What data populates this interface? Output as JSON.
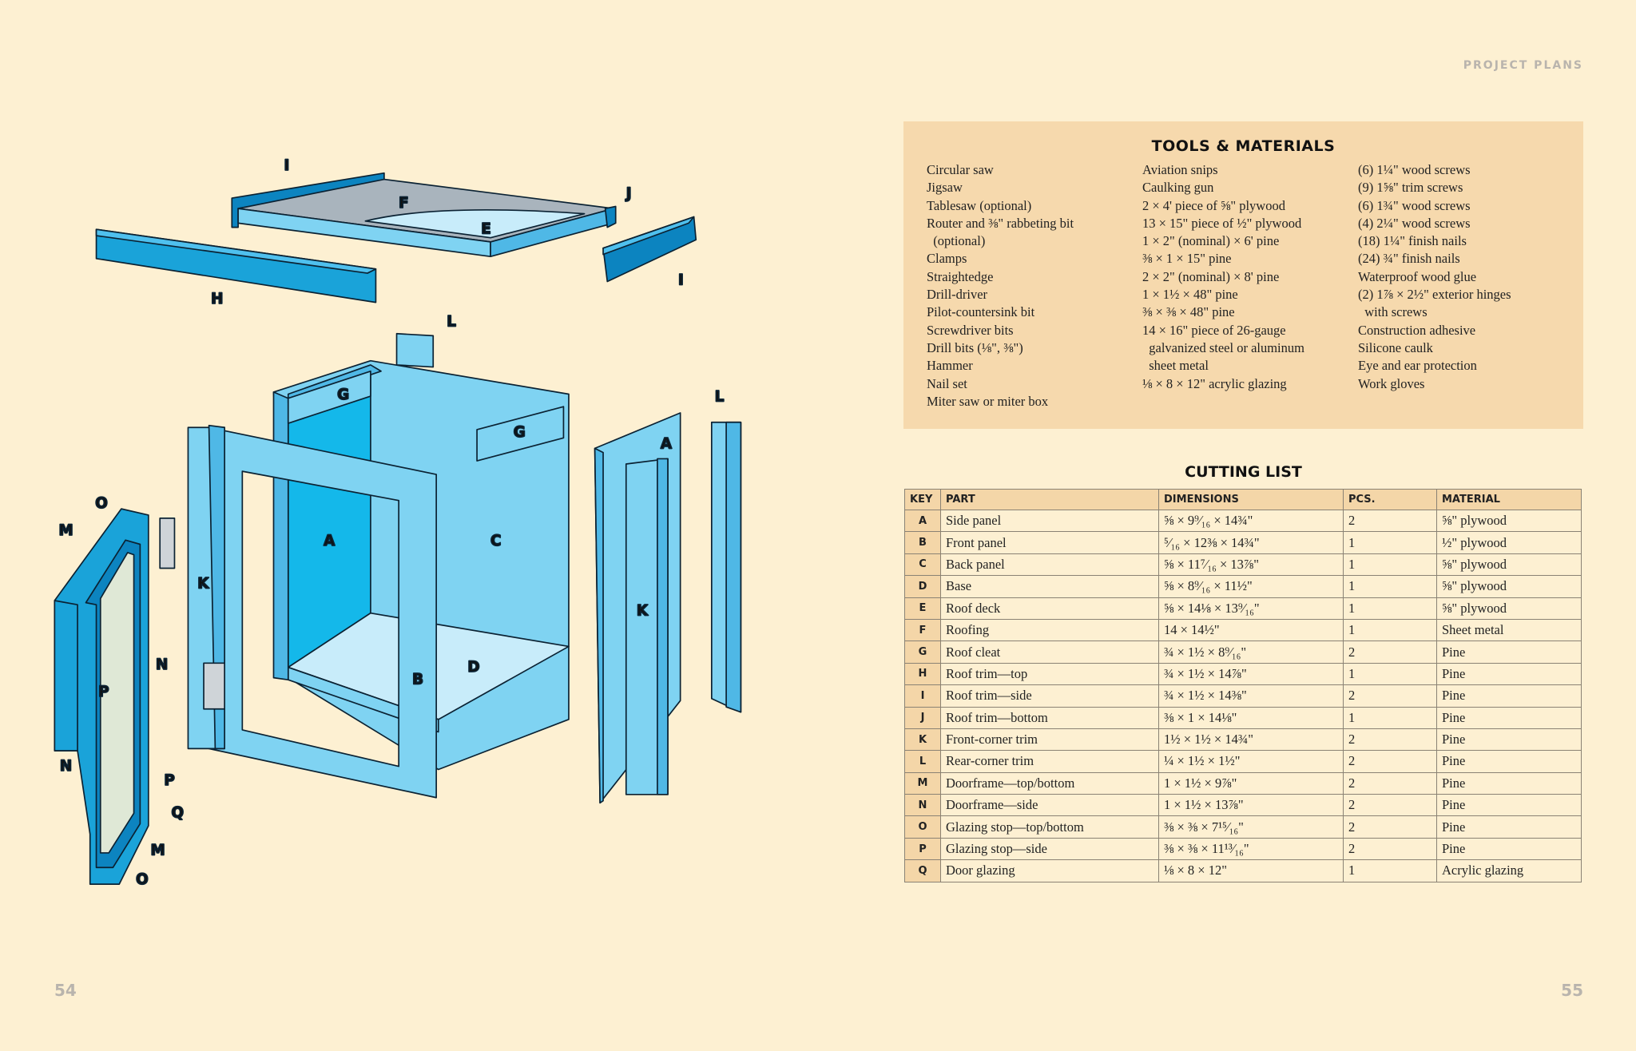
{
  "running_head": "PROJECT PLANS",
  "page_left": "54",
  "page_right": "55",
  "diagram": {
    "labels": [
      "I",
      "F",
      "J",
      "E",
      "H",
      "I",
      "L",
      "G",
      "G",
      "L",
      "A",
      "C",
      "K",
      "A",
      "K",
      "B",
      "D",
      "O",
      "M",
      "N",
      "P",
      "P",
      "Q",
      "M",
      "O",
      "N"
    ]
  },
  "tools": {
    "title": "TOOLS & MATERIALS",
    "col1": [
      "Circular saw",
      "Jigsaw",
      "Tablesaw (optional)",
      "Router and ⅜\" rabbeting bit",
      "  (optional)",
      "Clamps",
      "Straightedge",
      "Drill-driver",
      "Pilot-countersink bit",
      "Screwdriver bits",
      "Drill bits (⅛\", ⅜\")",
      "Hammer",
      "Nail set",
      "Miter saw or miter box"
    ],
    "col2": [
      "Aviation snips",
      "Caulking gun",
      "2 × 4' piece of ⅝\" plywood",
      "13 × 15\" piece of ½\" plywood",
      "1 × 2\" (nominal) × 6' pine",
      "⅜ × 1 × 15\" pine",
      "2 × 2\" (nominal) × 8' pine",
      "1 × 1½ × 48\" pine",
      "⅜ × ⅜ × 48\" pine",
      "14 × 16\" piece of 26-gauge",
      "  galvanized steel or aluminum",
      "  sheet metal",
      "⅛ × 8 × 12\" acrylic glazing"
    ],
    "col3": [
      "(6) 1¼\" wood screws",
      "(9) 1⅝\" trim screws",
      "(6) 1¾\" wood screws",
      "(4) 2¼\" wood screws",
      "(18) 1¼\" finish nails",
      "(24) ¾\" finish nails",
      "Waterproof wood glue",
      "(2) 1⅞ × 2½\" exterior hinges",
      "  with screws",
      "Construction adhesive",
      "Silicone caulk",
      "Eye and ear protection",
      "Work gloves"
    ]
  },
  "cutting_list": {
    "title": "CUTTING LIST",
    "headers": [
      "KEY",
      "PART",
      "DIMENSIONS",
      "PCS.",
      "MATERIAL"
    ],
    "rows": [
      [
        "A",
        "Side panel",
        "⅝ × 9⁹⁄₁₆ × 14¾\"",
        "2",
        "⅝\" plywood"
      ],
      [
        "B",
        "Front panel",
        "⁵⁄₁₆ × 12⅜ × 14¾\"",
        "1",
        "½\" plywood"
      ],
      [
        "C",
        "Back panel",
        "⅝ × 11⁷⁄₁₆ × 13⅞\"",
        "1",
        "⅝\" plywood"
      ],
      [
        "D",
        "Base",
        "⅝ × 8⁹⁄₁₆ × 11½\"",
        "1",
        "⅝\" plywood"
      ],
      [
        "E",
        "Roof deck",
        "⅝ × 14⅛ × 13⁹⁄₁₆\"",
        "1",
        "⅝\" plywood"
      ],
      [
        "F",
        "Roofing",
        "14 × 14½\"",
        "1",
        "Sheet metal"
      ],
      [
        "G",
        "Roof cleat",
        "¾ × 1½ × 8⁹⁄₁₆\"",
        "2",
        "Pine"
      ],
      [
        "H",
        "Roof trim—top",
        "¾ × 1½ × 14⅞\"",
        "1",
        "Pine"
      ],
      [
        "I",
        "Roof trim—side",
        "¾ × 1½ × 14⅜\"",
        "2",
        "Pine"
      ],
      [
        "J",
        "Roof trim—bottom",
        "⅜ × 1 × 14⅛\"",
        "1",
        "Pine"
      ],
      [
        "K",
        "Front-corner trim",
        "1½ × 1½ × 14¾\"",
        "2",
        "Pine"
      ],
      [
        "L",
        "Rear-corner trim",
        "¼ × 1½ × 1½\"",
        "2",
        "Pine"
      ],
      [
        "M",
        "Doorframe—top/bottom",
        "1 × 1½ × 9⅞\"",
        "2",
        "Pine"
      ],
      [
        "N",
        "Doorframe—side",
        "1 × 1½ × 13⅞\"",
        "2",
        "Pine"
      ],
      [
        "O",
        "Glazing stop—top/bottom",
        "⅜ × ⅜ × 7¹⁵⁄₁₆\"",
        "2",
        "Pine"
      ],
      [
        "P",
        "Glazing stop—side",
        "⅜ × ⅜ × 11¹³⁄₁₆\"",
        "2",
        "Pine"
      ],
      [
        "Q",
        "Door glazing",
        "⅛ × 8 × 12\"",
        "1",
        "Acrylic glazing"
      ]
    ]
  }
}
